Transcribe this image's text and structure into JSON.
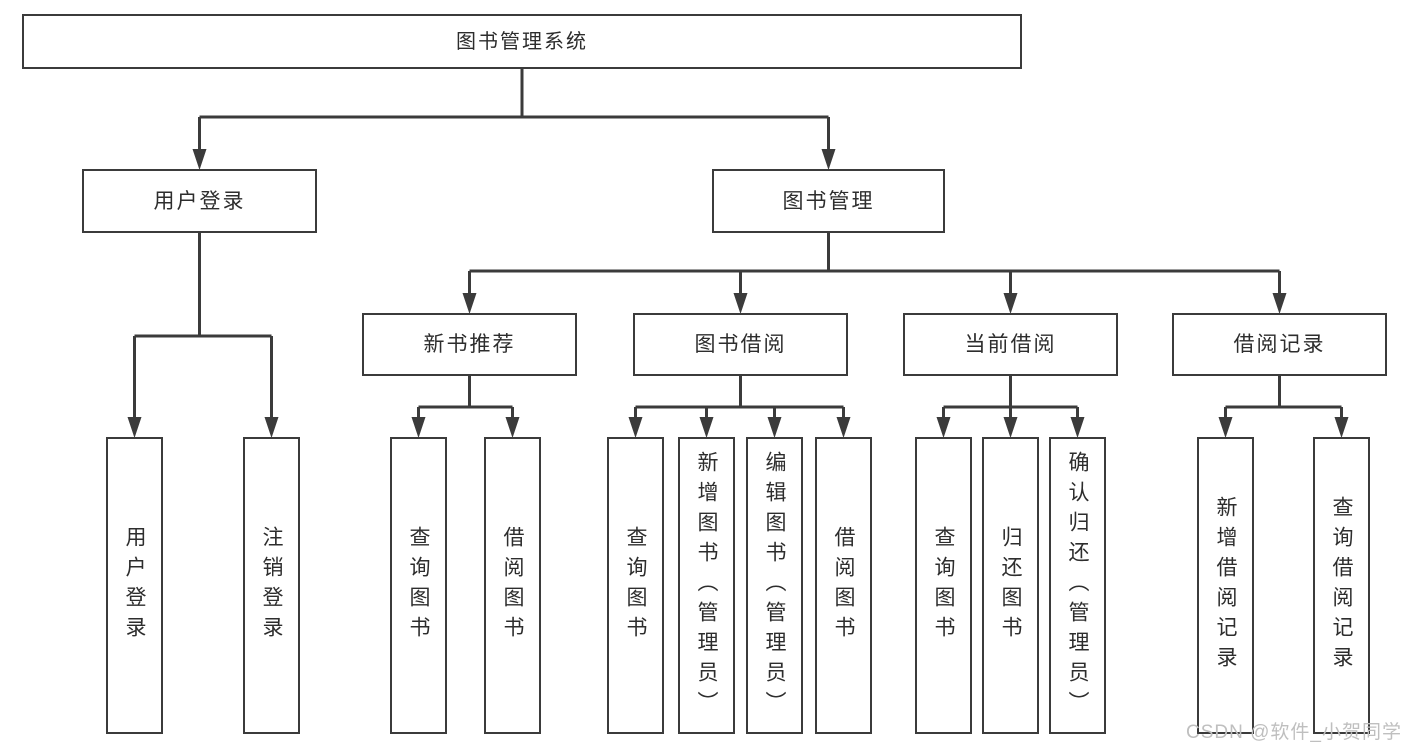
{
  "root": {
    "label": "图书管理系统"
  },
  "branches": {
    "user_login": {
      "label": "用户登录",
      "children": {
        "login": "用户登录",
        "logout": "注销登录"
      }
    },
    "book_management": {
      "label": "图书管理",
      "sections": {
        "new_book": {
          "label": "新书推荐",
          "children": {
            "query": "查询图书",
            "borrow": "借阅图书"
          }
        },
        "borrowing": {
          "label": "图书借阅",
          "children": {
            "query": "查询图书",
            "add": "新增图书（管理员）",
            "edit": "编辑图书（管理员）",
            "borrow": "借阅图书"
          }
        },
        "current": {
          "label": "当前借阅",
          "children": {
            "query": "查询图书",
            "return": "归还图书",
            "confirm": "确认归还（管理员）"
          }
        },
        "records": {
          "label": "借阅记录",
          "children": {
            "add": "新增借阅记录",
            "query": "查询借阅记录"
          }
        }
      }
    }
  },
  "watermark": {
    "text": "CSDN @软件_小贺同学"
  },
  "colors": {
    "line": "#3b3b3b",
    "text": "#2d2d2d",
    "box_background": "#ffffff",
    "page_background": "#ffffff",
    "watermark": "#bfbfbf"
  }
}
